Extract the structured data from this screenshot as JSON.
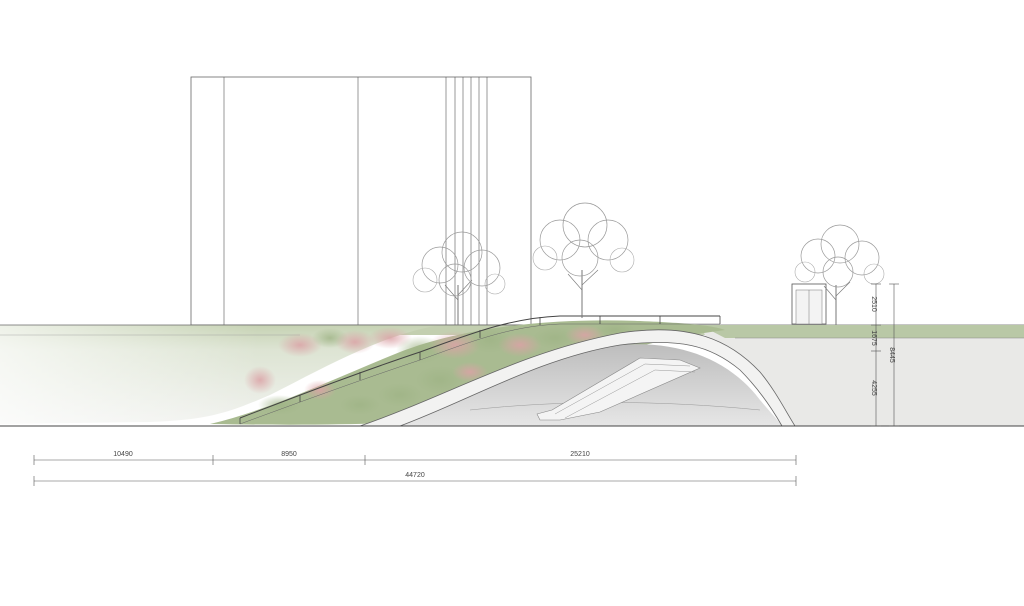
{
  "drawing": {
    "horizontal_dimensions": [
      "10490",
      "8950",
      "25210"
    ],
    "overall_dimension": "44720",
    "vertical_dimensions": [
      "2510",
      "1675",
      "4255"
    ],
    "vertical_total": "8445"
  },
  "colors": {
    "ground_green": "#b7c6a4",
    "planting_pink": "#dba2a6",
    "concrete": "#e8e8e6",
    "line": "#555555"
  }
}
